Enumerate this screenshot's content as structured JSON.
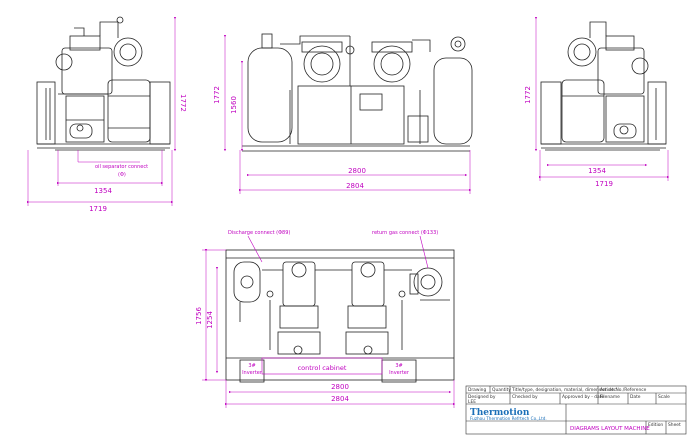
{
  "colors": {
    "line": "#222222",
    "dimension": "#c000c0",
    "logo": "#1b6fb8"
  },
  "left_view": {
    "dim_height": "1772",
    "dim_base_inner": "1354",
    "dim_base_outer": "1719",
    "note_line1": "oil separator connect",
    "note_line2": "(Φ)"
  },
  "front_view": {
    "dim_height_outer": "1772",
    "dim_height_inner": "1560",
    "dim_width_inner": "2800",
    "dim_width_outer": "2804"
  },
  "right_view": {
    "dim_height": "1772",
    "dim_base_inner": "1354",
    "dim_base_outer": "1719"
  },
  "top_view": {
    "discharge_label": "Discharge connect (Φ89)",
    "return_label": "return gas connect (Φ133)",
    "control_cabinet_label": "control cabinet",
    "inverter_left": "3#",
    "inverter_left_2": "Inverter",
    "inverter_right": "3#",
    "inverter_right_2": "Inverter",
    "dim_height_outer": "1756",
    "dim_height_inner": "1254",
    "dim_width_inner": "2800",
    "dim_width_outer": "2804"
  },
  "title_block": {
    "col1": "Drawing",
    "col2": "Quantity",
    "col3": "Title/type, designation, material, dimension etc",
    "col4": "Article No./Reference",
    "designed_by_label": "Designed by",
    "designed_by_value": "LEE",
    "checked_by_label": "Checked by",
    "approved_label": "Approved by - date",
    "filename_label": "Filename",
    "date_label": "Date",
    "scale_label": "Scale",
    "logo_text": "Thermotion",
    "company": "Fuzhou Thermotion Refrtech Co.,Ltd.",
    "drawing_title": "DIAGRAMS LAYOUT MACHINE",
    "edition_label": "Edition",
    "sheet_label": "Sheet"
  }
}
